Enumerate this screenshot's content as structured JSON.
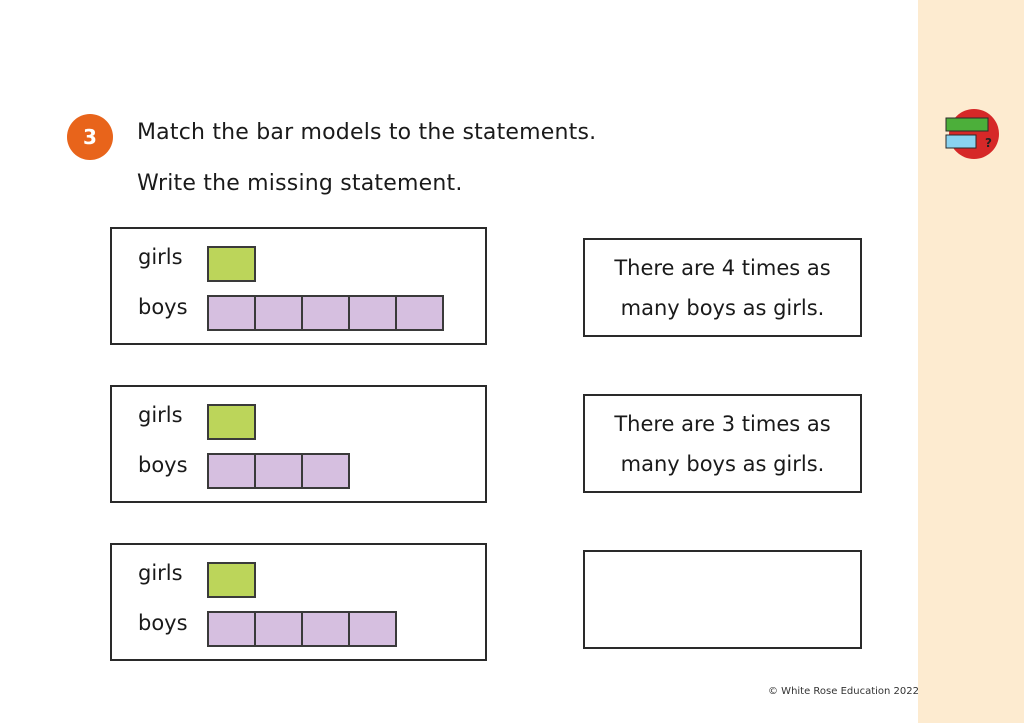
{
  "question": {
    "number": "3",
    "instruction_1": "Match the bar models to the statements.",
    "instruction_2": "Write the missing statement."
  },
  "bar_models": [
    {
      "girls_label": "girls",
      "boys_label": "boys",
      "girls_bars": 1,
      "boys_bars": 5
    },
    {
      "girls_label": "girls",
      "boys_label": "boys",
      "girls_bars": 1,
      "boys_bars": 3
    },
    {
      "girls_label": "girls",
      "boys_label": "boys",
      "girls_bars": 1,
      "boys_bars": 4
    }
  ],
  "statements": [
    {
      "line1": "There are 4 times as",
      "line2": "many boys as girls."
    },
    {
      "line1": "There are 3 times as",
      "line2": "many boys as girls."
    },
    {
      "line1": "",
      "line2": ""
    }
  ],
  "colors": {
    "badge": "#e8641b",
    "girls_bar": "#bcd55a",
    "boys_bar": "#d6bfe0",
    "side_strip": "#fdebd0"
  },
  "logo_icon": "bar-model-icon",
  "footer": {
    "copyright": "© White Rose Education 2022"
  }
}
